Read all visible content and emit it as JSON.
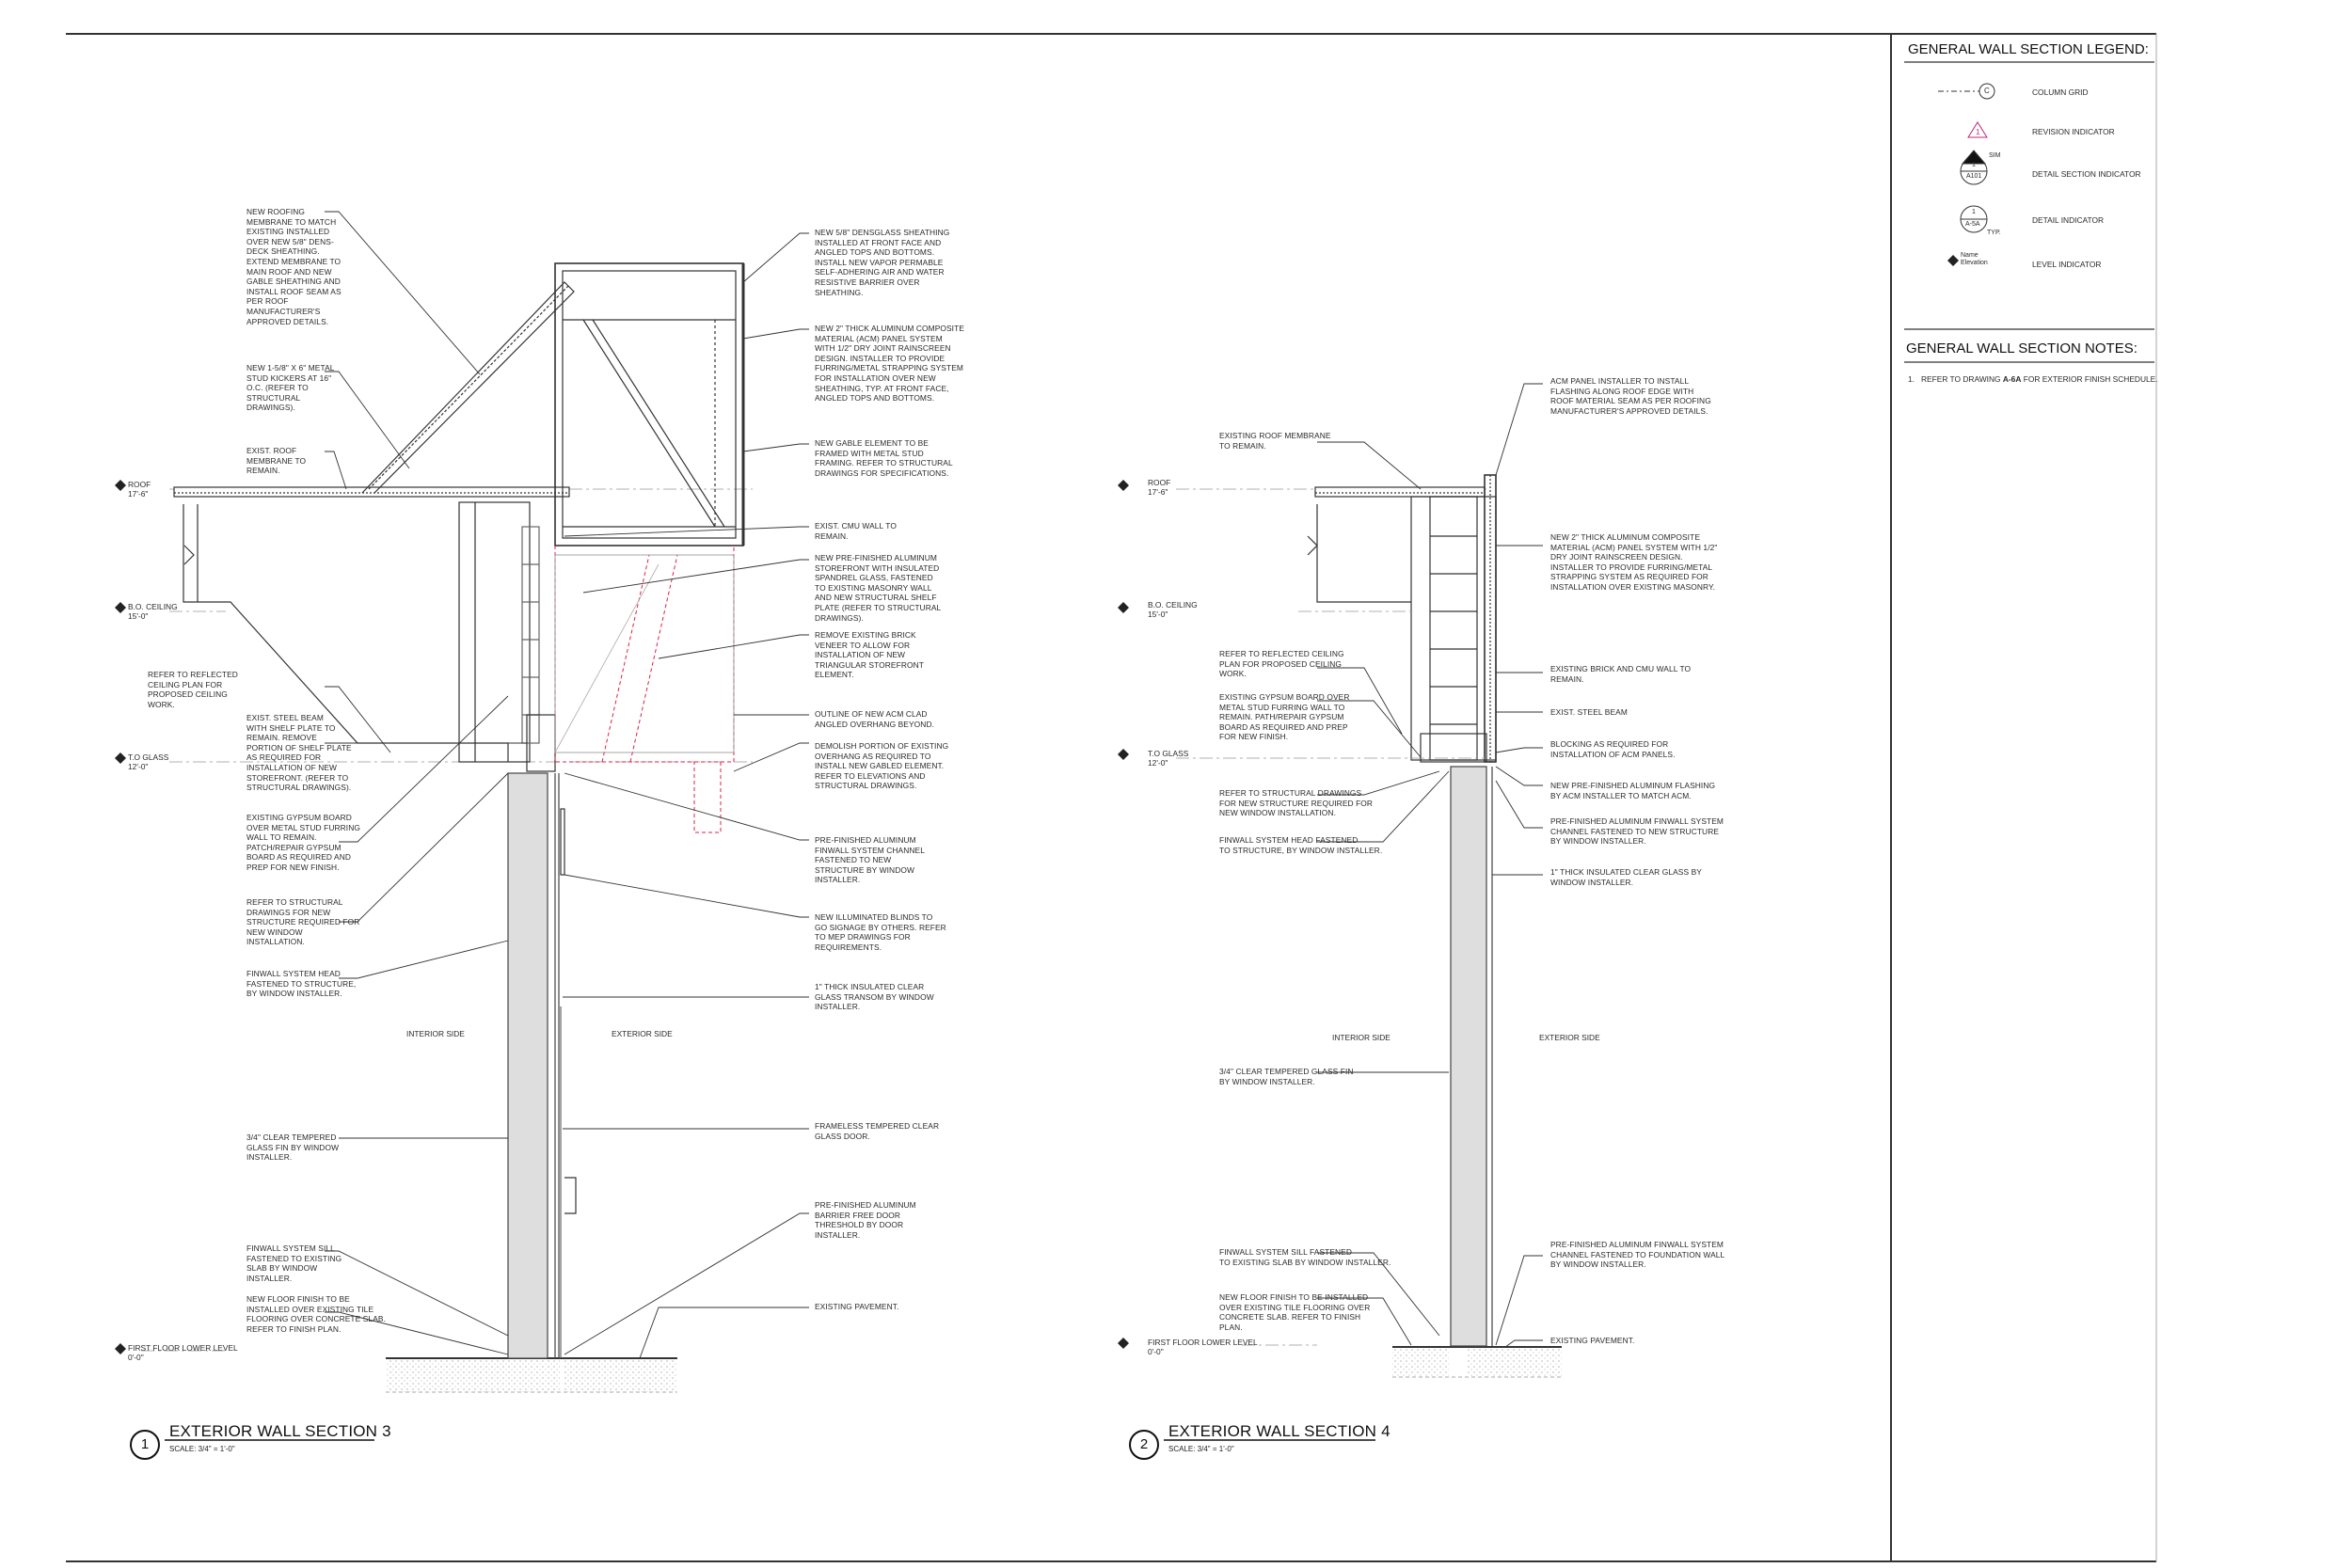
{
  "legend": {
    "title": "GENERAL WALL SECTION LEGEND:",
    "items": [
      {
        "label": "COLUMN GRID",
        "symbol_text": "C"
      },
      {
        "label": "REVISION INDICATOR",
        "symbol_text": "1"
      },
      {
        "label": "DETAIL SECTION INDICATOR",
        "symbol_text": "1",
        "symbol_ref": "A101",
        "symbol_sim": "SIM"
      },
      {
        "label": "DETAIL INDICATOR",
        "symbol_text": "1",
        "symbol_ref": "A-5A",
        "symbol_typ": "TYP."
      },
      {
        "label": "LEVEL INDICATOR",
        "symbol_name": "Name",
        "symbol_elev": "Elevation"
      }
    ]
  },
  "general_notes": {
    "title": "GENERAL WALL SECTION NOTES:",
    "note_number": "1.",
    "note_text_before": "REFER TO DRAWING ",
    "note_ref": "A-6A",
    "note_text_after": " FOR EXTERIOR FINISH SCHEDULE."
  },
  "section1": {
    "number": "1",
    "title": "EXTERIOR WALL SECTION 3",
    "scale": "SCALE:  3/4\" = 1'-0\"",
    "levels": [
      {
        "name": "ROOF",
        "elev": "17'-6\""
      },
      {
        "name": "B.O. CEILING",
        "elev": "15'-0\""
      },
      {
        "name": "T.O GLASS",
        "elev": "12'-0\""
      },
      {
        "name": "FIRST FLOOR LOWER LEVEL",
        "elev": "0'-0\""
      }
    ],
    "interior_label": "INTERIOR SIDE",
    "exterior_label": "EXTERIOR SIDE",
    "notes_left": [
      "NEW ROOFING\nMEMBRANE TO MATCH\nEXISTING INSTALLED\nOVER NEW 5/8\" DENS-\nDECK SHEATHING.\nEXTEND MEMBRANE TO\nMAIN ROOF AND NEW\nGABLE SHEATHING AND\nINSTALL ROOF SEAM AS\nPER ROOF\nMANUFACTURER'S\nAPPROVED DETAILS.",
      "NEW 1-5/8\" X 6\" METAL\nSTUD KICKERS AT 16\"\nO.C. (REFER TO\nSTRUCTURAL\nDRAWINGS).",
      "EXIST. ROOF\nMEMBRANE TO\nREMAIN.",
      "REFER TO REFLECTED\nCEILING PLAN FOR\nPROPOSED CEILING\nWORK.",
      "EXIST. STEEL BEAM\nWITH SHELF PLATE TO\nREMAIN. REMOVE\nPORTION OF SHELF PLATE\nAS REQUIRED FOR\nINSTALLATION OF NEW\nSTOREFRONT. (REFER TO\nSTRUCTURAL DRAWINGS).",
      "EXISTING GYPSUM BOARD\nOVER METAL STUD FURRING\nWALL TO REMAIN.\nPATCH/REPAIR GYPSUM\nBOARD AS REQUIRED AND\nPREP FOR NEW FINISH.",
      "REFER TO STRUCTURAL\nDRAWINGS FOR NEW\nSTRUCTURE REQUIRED FOR\nNEW WINDOW\nINSTALLATION.",
      "FINWALL SYSTEM HEAD\nFASTENED TO STRUCTURE,\nBY WINDOW INSTALLER.",
      "3/4\" CLEAR TEMPERED\nGLASS FIN BY WINDOW\nINSTALLER.",
      "FINWALL SYSTEM SILL\nFASTENED TO EXISTING\nSLAB BY WINDOW\nINSTALLER.",
      "NEW FLOOR FINISH TO BE\nINSTALLED OVER EXISTING TILE\nFLOORING OVER CONCRETE SLAB.\nREFER TO FINISH PLAN."
    ],
    "notes_right": [
      "NEW 5/8\" DENSGLASS SHEATHING\nINSTALLED AT FRONT FACE AND\nANGLED TOPS AND BOTTOMS.\nINSTALL NEW VAPOR PERMABLE\nSELF-ADHERING AIR AND WATER\nRESISTIVE BARRIER OVER\nSHEATHING.",
      "NEW 2\" THICK ALUMINUM COMPOSITE\nMATERIAL (ACM) PANEL SYSTEM\nWITH 1/2\" DRY JOINT RAINSCREEN\nDESIGN. INSTALLER TO PROVIDE\nFURRING/METAL STRAPPING SYSTEM\nFOR INSTALLATION OVER NEW\nSHEATHING, TYP. AT FRONT FACE,\nANGLED TOPS AND BOTTOMS.",
      "NEW GABLE ELEMENT TO BE\nFRAMED WITH METAL STUD\nFRAMING. REFER TO STRUCTURAL\nDRAWINGS FOR SPECIFICATIONS.",
      "EXIST. CMU WALL TO\nREMAIN.",
      "NEW PRE-FINISHED ALUMINUM\nSTOREFRONT WITH INSULATED\nSPANDREL GLASS, FASTENED\nTO EXISTING MASONRY WALL\nAND NEW STRUCTURAL SHELF\nPLATE (REFER TO STRUCTURAL\nDRAWINGS).",
      "REMOVE EXISTING BRICK\nVENEER TO ALLOW FOR\nINSTALLATION OF NEW\nTRIANGULAR STOREFRONT\nELEMENT.",
      "OUTLINE OF NEW ACM CLAD\nANGLED OVERHANG BEYOND.",
      "DEMOLISH PORTION OF EXISTING\nOVERHANG AS REQUIRED TO\nINSTALL NEW GABLED ELEMENT.\nREFER TO ELEVATIONS AND\nSTRUCTURAL DRAWINGS.",
      "PRE-FINISHED ALUMINUM\nFINWALL SYSTEM CHANNEL\nFASTENED TO NEW\nSTRUCTURE BY WINDOW\nINSTALLER.",
      "NEW ILLUMINATED BLINDS TO\nGO SIGNAGE BY OTHERS. REFER\nTO MEP DRAWINGS FOR\nREQUIREMENTS.",
      "1\" THICK INSULATED CLEAR\nGLASS TRANSOM BY WINDOW\nINSTALLER.",
      "FRAMELESS TEMPERED CLEAR\nGLASS DOOR.",
      "PRE-FINISHED ALUMINUM\nBARRIER FREE DOOR\nTHRESHOLD BY DOOR\nINSTALLER.",
      "EXISTING PAVEMENT."
    ]
  },
  "section2": {
    "number": "2",
    "title": "EXTERIOR WALL SECTION 4",
    "scale": "SCALE:  3/4\" = 1'-0\"",
    "levels": [
      {
        "name": "ROOF",
        "elev": "17'-6\""
      },
      {
        "name": "B.O. CEILING",
        "elev": "15'-0\""
      },
      {
        "name": "T.O GLASS",
        "elev": "12'-0\""
      },
      {
        "name": "FIRST FLOOR LOWER LEVEL",
        "elev": "0'-0\""
      }
    ],
    "interior_label": "INTERIOR SIDE",
    "exterior_label": "EXTERIOR SIDE",
    "notes_left": [
      "EXISTING ROOF MEMBRANE\nTO REMAIN.",
      "REFER TO REFLECTED CEILING\nPLAN FOR PROPOSED CEILING\nWORK.",
      "EXISTING GYPSUM BOARD OVER\nMETAL STUD FURRING WALL TO\nREMAIN. PATH/REPAIR GYPSUM\nBOARD AS REQUIRED AND PREP\nFOR NEW FINISH.",
      "REFER TO STRUCTURAL DRAWINGS\nFOR NEW STRUCTURE REQUIRED FOR\nNEW WINDOW INSTALLATION.",
      "FINWALL SYSTEM HEAD FASTENED\nTO STRUCTURE, BY WINDOW INSTALLER.",
      "3/4\" CLEAR TEMPERED GLASS FIN\nBY WINDOW INSTALLER.",
      "FINWALL SYSTEM SILL FASTENED\nTO EXISTING SLAB BY WINDOW INSTALLER.",
      "NEW FLOOR FINISH TO BE INSTALLED\nOVER EXISTING TILE FLOORING OVER\nCONCRETE SLAB. REFER TO FINISH\nPLAN."
    ],
    "notes_right": [
      "ACM PANEL INSTALLER TO INSTALL\nFLASHING ALONG ROOF EDGE WITH\nROOF MATERIAL SEAM AS PER ROOFING\nMANUFACTURER'S APPROVED DETAILS.",
      "NEW 2\" THICK ALUMINUM COMPOSITE\nMATERIAL (ACM) PANEL SYSTEM WITH 1/2\"\nDRY JOINT RAINSCREEN DESIGN.\nINSTALLER TO PROVIDE FURRING/METAL\nSTRAPPING SYSTEM AS REQUIRED FOR\nINSTALLATION OVER EXISTING MASONRY.",
      "EXISTING BRICK AND CMU WALL TO\nREMAIN.",
      "EXIST. STEEL BEAM",
      "BLOCKING AS REQUIRED FOR\nINSTALLATION OF ACM PANELS.",
      "NEW PRE-FINISHED ALUMINUM FLASHING\nBY ACM INSTALLER TO MATCH ACM.",
      "PRE-FINISHED ALUMINUM FINWALL SYSTEM\nCHANNEL FASTENED TO NEW STRUCTURE\nBY WINDOW INSTALLER.",
      "1\" THICK INSULATED CLEAR GLASS BY\nWINDOW INSTALLER.",
      "PRE-FINISHED ALUMINUM FINWALL SYSTEM\nCHANNEL FASTENED TO FOUNDATION WALL\nBY WINDOW INSTALLER.",
      "EXISTING PAVEMENT."
    ]
  }
}
